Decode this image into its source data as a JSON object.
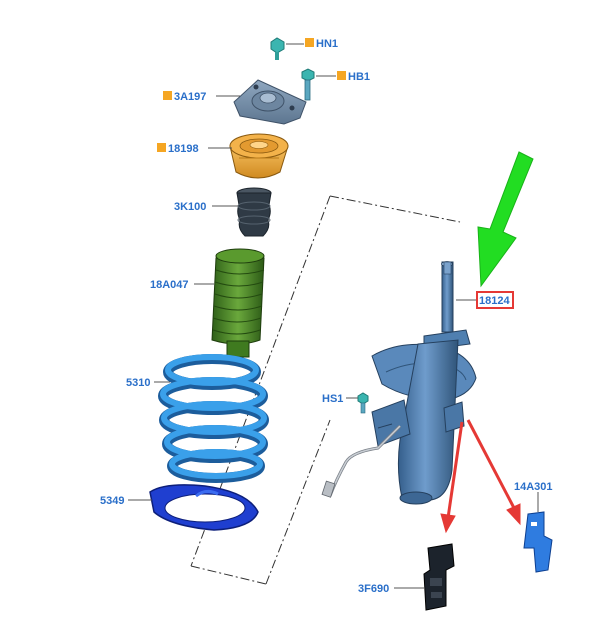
{
  "callouts": {
    "hn1": "HN1",
    "hb1": "HB1",
    "p3a197": "3A197",
    "p18198": "18198",
    "p3k100": "3K100",
    "p18a047": "18A047",
    "p5310": "5310",
    "p5349": "5349",
    "p18124": "18124",
    "hs1": "HS1",
    "p14a301": "14A301",
    "p3f690": "3F690"
  },
  "colors": {
    "label_text": "#2a6fc9",
    "marker_orange": "#f5a623",
    "highlight_box": "#e53935",
    "green_arrow": "#22dd22",
    "red_arrow": "#e53935",
    "strut_blue": "#4a7fb5",
    "spring_blue": "#2f8fd8",
    "boot_green": "#4d8a2a",
    "seat_orange": "#f0a030",
    "bumper_dark": "#3a4550",
    "fastener_teal": "#3ab5b0"
  },
  "icons": [
    "green-pointer-arrow",
    "red-pointer-arrow",
    "orange-square-marker"
  ]
}
